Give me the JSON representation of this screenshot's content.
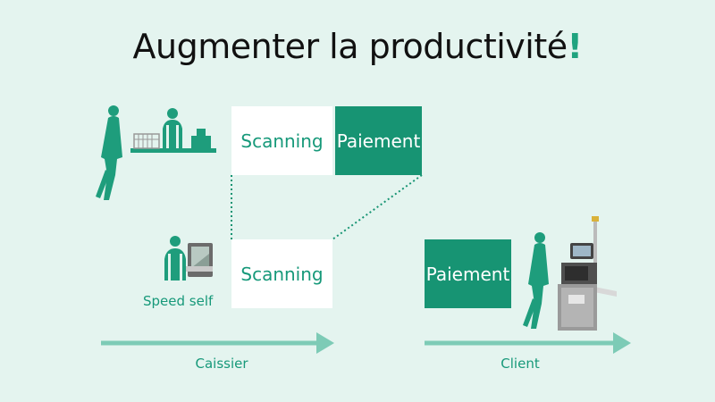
{
  "title": {
    "text": "Augmenter la productivité",
    "exclamation": "!"
  },
  "top_row": {
    "scanning": "Scanning",
    "payment": "Paiement"
  },
  "middle_row": {
    "scanning": "Scanning",
    "speed_self_label": "Speed self"
  },
  "right": {
    "payment": "Paiement"
  },
  "arrows": {
    "left_label": "Caissier",
    "right_label": "Client"
  },
  "colors": {
    "accent": "#179473",
    "light_accent": "#7dcbb6",
    "background": "#e4f4ef"
  }
}
